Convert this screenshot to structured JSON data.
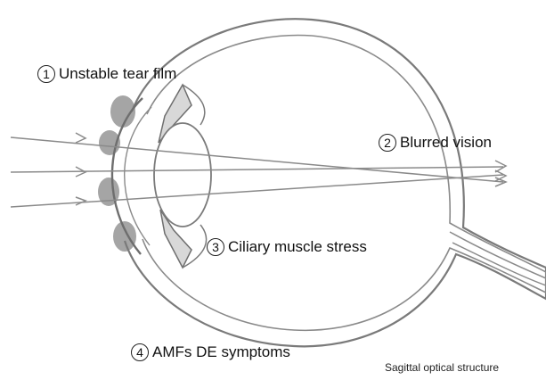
{
  "labels": [
    {
      "num": "1",
      "text": "Unstable tear film"
    },
    {
      "num": "2",
      "text": "Blurred vision"
    },
    {
      "num": "3",
      "text": "Ciliary muscle stress"
    },
    {
      "num": "4",
      "text": "AMFs DE symptoms"
    }
  ],
  "caption": "Sagittal optical structure",
  "colors": {
    "outline": "#7a7a7a",
    "ray": "#8a8a8a",
    "lid": "#9a9a9a",
    "text": "#111111"
  }
}
